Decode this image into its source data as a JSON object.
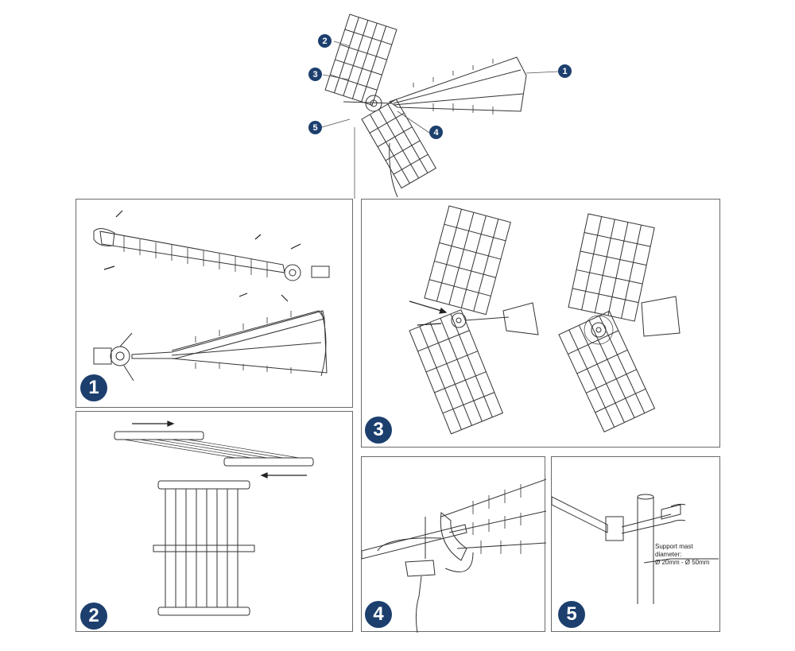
{
  "overview_callouts": [
    "1",
    "2",
    "3",
    "4",
    "5"
  ],
  "steps": [
    {
      "number": "1"
    },
    {
      "number": "2"
    },
    {
      "number": "3"
    },
    {
      "number": "4"
    },
    {
      "number": "5"
    }
  ],
  "mast_note": {
    "line1": "Support mast diameter:",
    "line2": "Ø 20mm - Ø 50mm"
  }
}
